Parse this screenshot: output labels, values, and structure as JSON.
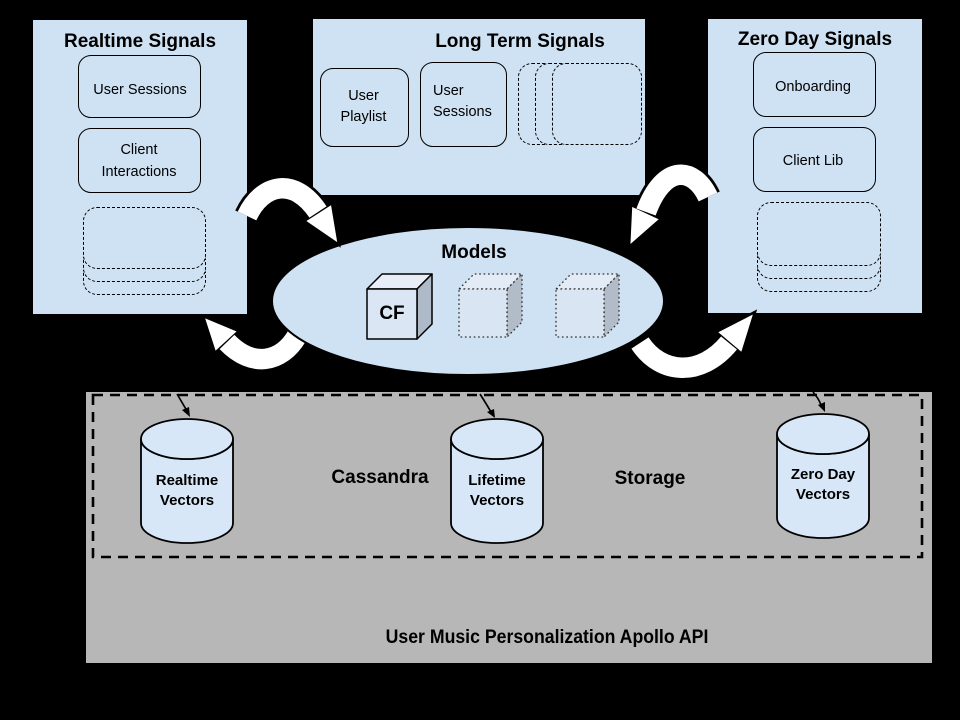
{
  "diagram": {
    "panels": [
      {
        "title": "Realtime Signals",
        "items": [
          "User Sessions",
          "Client Interactions"
        ]
      },
      {
        "title": "Long Term Signals",
        "items": [
          "User Playlist",
          "User Sessions"
        ]
      },
      {
        "title": "Zero Day Signals",
        "items": [
          "Onboarding",
          "Client Lib"
        ]
      }
    ],
    "models": {
      "title": "Models",
      "cube_label": "CF"
    },
    "storage": {
      "label_left": "Cassandra",
      "label_right": "Storage",
      "cylinders": [
        "Realtime Vectors",
        "Lifetime Vectors",
        "Zero Day Vectors"
      ]
    },
    "api_title": "User Music Personalization Apollo API",
    "colors": {
      "panel_blue": "#cfe2f3",
      "storage_gray": "#b7b7b7",
      "cylinder_blue": "#d8e7f8",
      "cube_front": "#dae6f4",
      "cube_top": "#e7eef8",
      "cube_side": "#afbac8",
      "arrow_fill": "#ffffff",
      "outline": "#000000",
      "background": "#000000"
    }
  }
}
